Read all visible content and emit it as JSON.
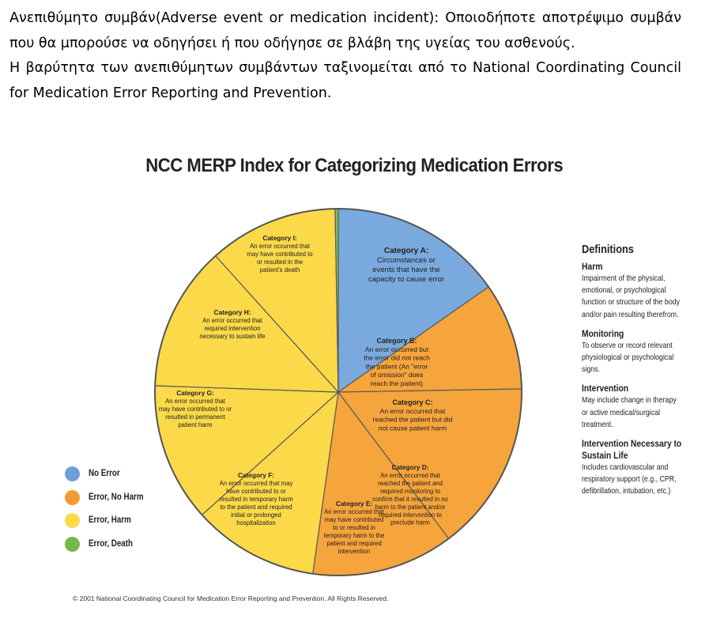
{
  "intro": {
    "paragraph1": "Ανεπιθύμητο συμβάν(Adverse event or medication incident): Οποιοδήποτε αποτρέψιμο συμβάν που θα μπορούσε να οδηγήσει ή που οδήγησε σε βλάβη της υγείας του ασθενούς.",
    "paragraph2": "Η βαρύτητα των ανεπιθύμητων συμβάντων ταξινομείται από το National Coordinating Council for Medication Error Reporting and Prevention."
  },
  "diagram": {
    "title": "NCC MERP Index for Categorizing Medication Errors",
    "colors": {
      "blue": "#7aa9dd",
      "orange": "#f6a43c",
      "yellow": "#fbd949",
      "green": "#7ec24f"
    },
    "categories": [
      {
        "title": "Category A:",
        "lines": [
          "Circumstances or",
          "events that have the",
          "capacity to cause error"
        ],
        "color": "blue"
      },
      {
        "title": "Category B:",
        "lines": [
          "An error occurred but",
          "the error did not reach",
          "the patient (An \"error",
          "of omission\" does",
          "reach the patient)"
        ],
        "color": "orange"
      },
      {
        "title": "Category C:",
        "lines": [
          "An error occurred that",
          "reached the patient but did",
          "not cause patient harm"
        ],
        "color": "orange"
      },
      {
        "title": "Category D:",
        "lines": [
          "An error occurred that",
          "reached the patient and",
          "required monitoring to",
          "confirm that it resulted in no",
          "harm to the patient and/or",
          "required intervention to",
          "preclude harm"
        ],
        "color": "orange"
      },
      {
        "title": "Category E:",
        "lines": [
          "An error occurred that",
          "may have contributed",
          "to or resulted in",
          "temporary harm to the",
          "patient and required",
          "intervention"
        ],
        "color": "yellow"
      },
      {
        "title": "Category F:",
        "lines": [
          "An error occurred that may",
          "have contributed to or",
          "resulted in temporary harm",
          "to the patient and required",
          "initial or prolonged",
          "hospitalization"
        ],
        "color": "yellow"
      },
      {
        "title": "Category G:",
        "lines": [
          "An error occurred that",
          "may have contributed to or",
          "resulted in permanent",
          "patient harm"
        ],
        "color": "yellow"
      },
      {
        "title": "Category H:",
        "lines": [
          "An error occurred that",
          "required intervention",
          "necessary to sustain life"
        ],
        "color": "yellow"
      },
      {
        "title": "Category I:",
        "lines": [
          "An error occurred that",
          "may have contributed to",
          "or resulted in the",
          "patient's death"
        ],
        "color": "green"
      }
    ],
    "legend": [
      {
        "label": "No Error",
        "color": "#6f9fd8"
      },
      {
        "label": "Error, No Harm",
        "color": "#f39a35"
      },
      {
        "label": "Error, Harm",
        "color": "#fbd949"
      },
      {
        "label": "Error, Death",
        "color": "#74b84a"
      }
    ],
    "definitions": {
      "heading": "Definitions",
      "items": [
        {
          "term": "Harm",
          "text": "Impairment of the physical, emotional, or psychological function or structure of the body and/or pain resulting therefrom."
        },
        {
          "term": "Monitoring",
          "text": "To observe or record relevant physiological or psychological signs."
        },
        {
          "term": "Intervention",
          "text": "May include change in therapy or active medical/surgical treatment."
        },
        {
          "term": "Intervention Necessary to Sustain Life",
          "text": "Includes cardiovascular and respiratory support (e.g., CPR, defibrillation, intubation, etc.)"
        }
      ]
    },
    "copyright": "© 2001 National Coordinating Council for Medication Error Reporting and Prevention. All Rights Reserved."
  }
}
